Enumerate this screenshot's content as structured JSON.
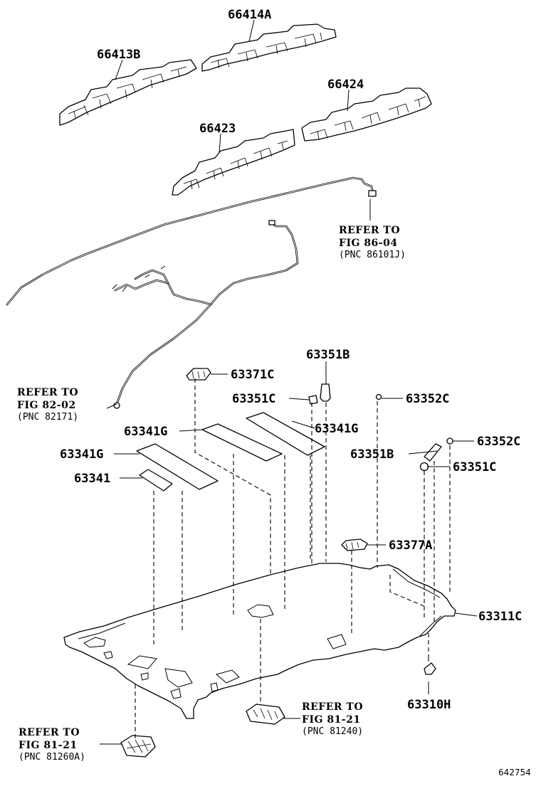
{
  "diagram_id": "642754",
  "labels": {
    "p66414A": "66414A",
    "p66413B": "66413B",
    "p66424": "66424",
    "p66423": "66423",
    "p63351B_top": "63351B",
    "p63371C": "63371C",
    "p63351C_top": "63351C",
    "p63352C_top": "63352C",
    "p63341G_mid": "63341G",
    "p63341G_right": "63341G",
    "p63341G_left": "63341G",
    "p63352C_right": "63352C",
    "p63351B_right": "63351B",
    "p63351C_right": "63351C",
    "p63341": "63341",
    "p63377A": "63377A",
    "p63311C": "63311C",
    "p63310H": "63310H"
  },
  "references": {
    "ref_86_04": {
      "line1": "REFER TO",
      "line2": "FIG 86-04",
      "line3": "(PNC 86101J)"
    },
    "ref_82_02": {
      "line1": "REFER TO",
      "line2": "FIG 82-02",
      "line3": "(PNC 82171)"
    },
    "ref_81_21_a": {
      "line1": "REFER TO",
      "line2": "FIG 81-21",
      "line3": "(PNC 81240)"
    },
    "ref_81_21_b": {
      "line1": "REFER TO",
      "line2": "FIG 81-21",
      "line3": "(PNC 81260A)"
    }
  }
}
